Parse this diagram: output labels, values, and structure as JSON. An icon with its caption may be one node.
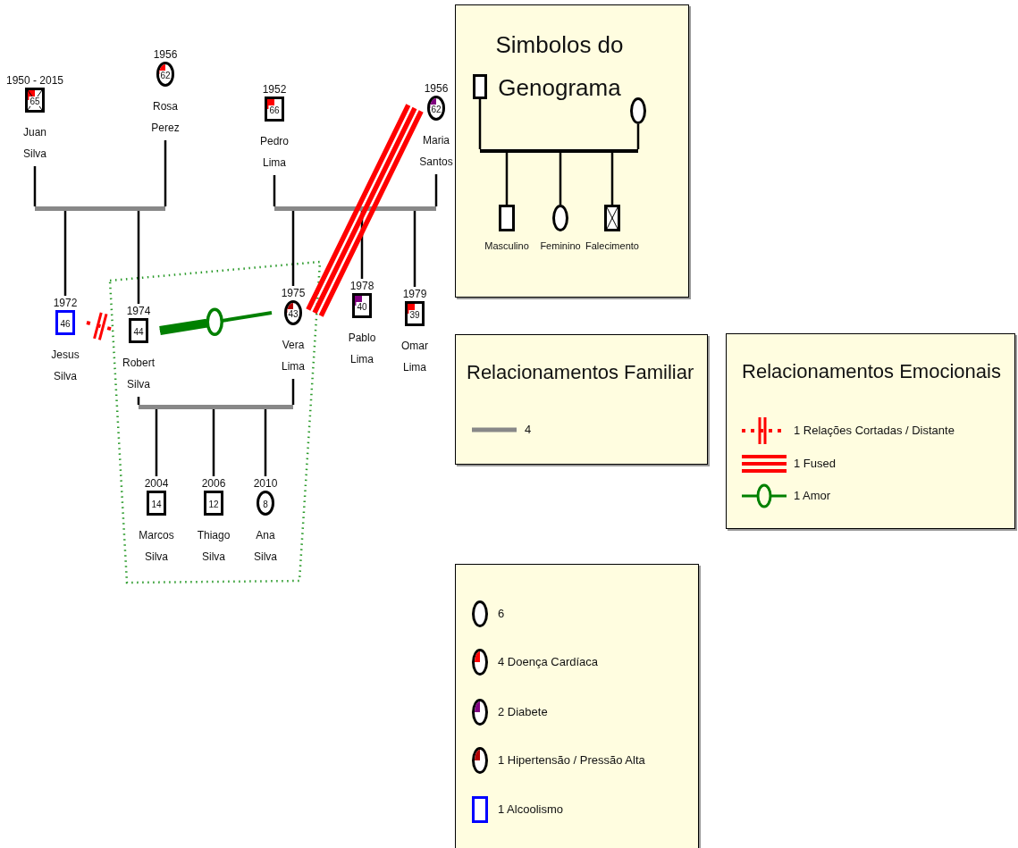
{
  "diagram": {
    "nodes": [
      {
        "text": [
          "65"
        ],
        "beside": [
          "1950 - 2015",
          "Juan Silva"
        ]
      },
      {
        "text": [
          "62"
        ],
        "beside": [
          "1956",
          "Rosa Perez"
        ]
      },
      {
        "text": [
          "66"
        ],
        "beside": [
          "1952",
          "Pedro Lima"
        ]
      },
      {
        "text": [
          "62"
        ],
        "beside": [
          "1956",
          "Maria Santos"
        ]
      },
      {
        "text": [],
        "shape": "bar"
      },
      {
        "text": [],
        "shape": "bar"
      },
      {
        "text": [
          "46"
        ],
        "beside": [
          "1972",
          "Jesus Silva"
        ]
      },
      {
        "text": [],
        "shape": "box"
      },
      {
        "text": [
          "44"
        ],
        "beside": [
          "1974",
          "Robert Silva"
        ],
        "in": 7
      },
      {
        "text": [
          "43"
        ],
        "beside": [
          "1975",
          "Vera Lima"
        ],
        "in": 7
      },
      {
        "text": [
          "40"
        ],
        "beside": [
          "1978",
          "Pablo Lima"
        ]
      },
      {
        "text": [
          "39"
        ],
        "beside": [
          "1979",
          "Omar Lima"
        ]
      },
      {
        "text": [],
        "shape": "bar",
        "in": 7
      },
      {
        "text": [
          "14"
        ],
        "beside": [
          "2004",
          "Marcos Silva"
        ],
        "in": 7
      },
      {
        "text": [
          "12"
        ],
        "beside": [
          "2006",
          "Thiago Silva"
        ],
        "in": 7
      },
      {
        "text": [
          "8"
        ],
        "beside": [
          "2010",
          "Ana Silva"
        ],
        "in": 7
      },
      {
        "text": [
          "Simbolos do Genograma"
        ]
      },
      {
        "text": [],
        "shape": "box",
        "in": 16
      },
      {
        "text": [],
        "shape": "circle",
        "in": 16
      },
      {
        "text": [],
        "shape": "bar",
        "in": 16
      },
      {
        "text": [],
        "shape": "box",
        "beside": [
          "Masculino"
        ],
        "in": 16
      },
      {
        "text": [],
        "shape": "circle",
        "beside": [
          "Feminino"
        ],
        "in": 16
      },
      {
        "text": [],
        "shape": "box",
        "beside": [
          "Falecimento"
        ],
        "in": 16
      },
      {
        "text": [
          "Relacionamentos Familiar"
        ]
      },
      {
        "text": [
          "Relacionamentos Emocionais"
        ]
      }
    ],
    "edges": [
      {
        "from": 0,
        "to": 4,
        "arrow": "none"
      },
      {
        "from": 1,
        "to": 4,
        "arrow": "none"
      },
      {
        "from": 4,
        "to": 6,
        "arrow": "none"
      },
      {
        "from": 4,
        "to": 8,
        "arrow": "none"
      },
      {
        "from": 2,
        "to": 5,
        "arrow": "none"
      },
      {
        "from": 3,
        "to": 5,
        "arrow": "none"
      },
      {
        "from": 5,
        "to": 9,
        "arrow": "none"
      },
      {
        "from": 5,
        "to": 10,
        "arrow": "none"
      },
      {
        "from": 5,
        "to": 11,
        "arrow": "none"
      },
      {
        "from": 8,
        "to": 12,
        "arrow": "none"
      },
      {
        "from": 9,
        "to": 12,
        "arrow": "none"
      },
      {
        "from": 12,
        "to": 13,
        "arrow": "none"
      },
      {
        "from": 12,
        "to": 14,
        "arrow": "none"
      },
      {
        "from": 12,
        "to": 15,
        "arrow": "none"
      },
      {
        "from": 6,
        "to": 8,
        "arrow": "none",
        "style": "dashed",
        "color": "#ff0000"
      },
      {
        "from": 8,
        "to": 9,
        "arrow": "none",
        "color": "#008000"
      },
      {
        "from": 3,
        "to": 9,
        "arrow": "none",
        "style": "thick",
        "color": "#ff0000"
      },
      {
        "from": 17,
        "to": 19,
        "arrow": "none"
      },
      {
        "from": 18,
        "to": 19,
        "arrow": "none"
      },
      {
        "from": 19,
        "to": 20,
        "arrow": "none"
      },
      {
        "from": 19,
        "to": 21,
        "arrow": "none"
      },
      {
        "from": 19,
        "to": 22,
        "arrow": "none"
      }
    ],
    "legend": [
      {
        "text": "4"
      },
      {
        "text": "1 Relações Cortadas / Distante"
      },
      {
        "text": "1 Fused"
      },
      {
        "text": "1 Amor"
      },
      {
        "text": "6"
      },
      {
        "text": "4 Doença Cardíaca"
      },
      {
        "text": "2 Diabete"
      },
      {
        "text": "1 Hipertensão / Pressão Alta"
      },
      {
        "text": "1 Alcoolismo"
      }
    ]
  }
}
